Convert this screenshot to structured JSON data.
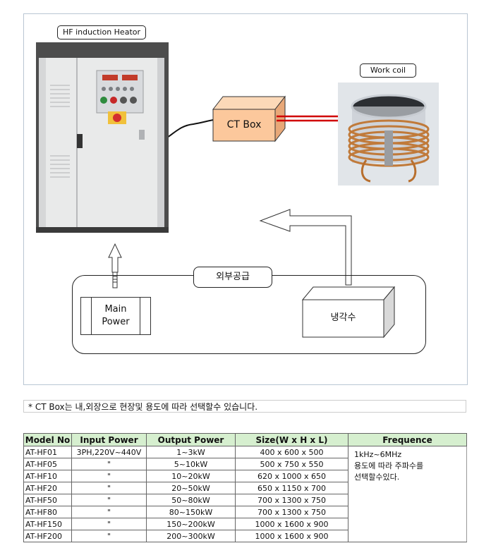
{
  "diagram": {
    "heater_label": "HF induction Heator",
    "work_coil_label": "Work coil",
    "ct_box_label": "CT Box",
    "external_supply_label": "외부공급",
    "main_power_label": "Main Power",
    "coolant_label": "냉각수"
  },
  "note": "* CT Box는 내,외장으로 현장및 용도에 따라 선택할수 있습니다.",
  "table": {
    "headers": [
      "Model No",
      "Input Power",
      "Output Power",
      "Size(W x H x L)",
      "Frequence"
    ],
    "rows": [
      [
        "AT-HF01",
        "3PH,220V~440V",
        "1~3kW",
        "400 x 600 x 500"
      ],
      [
        "AT-HF05",
        "\"",
        "5~10kW",
        "500 x 750 x 550"
      ],
      [
        "AT-HF10",
        "\"",
        "10~20kW",
        "620 x 1000 x 650"
      ],
      [
        "AT-HF20",
        "\"",
        "20~50kW",
        "650 x 1150 x 700"
      ],
      [
        "AT-HF50",
        "\"",
        "50~80kW",
        "700 x 1300 x 750"
      ],
      [
        "AT-HF80",
        "\"",
        "80~150kW",
        "700 x 1300 x 750"
      ],
      [
        "AT-HF150",
        "\"",
        "150~200kW",
        "1000 x 1600 x 900"
      ],
      [
        "AT-HF200",
        "\"",
        "200~300kW",
        "1000 x 1600 x 900"
      ]
    ],
    "frequence_lines": [
      "1kHz~6MHz",
      "용도에 따라 주파수를",
      "선택할수있다."
    ]
  }
}
